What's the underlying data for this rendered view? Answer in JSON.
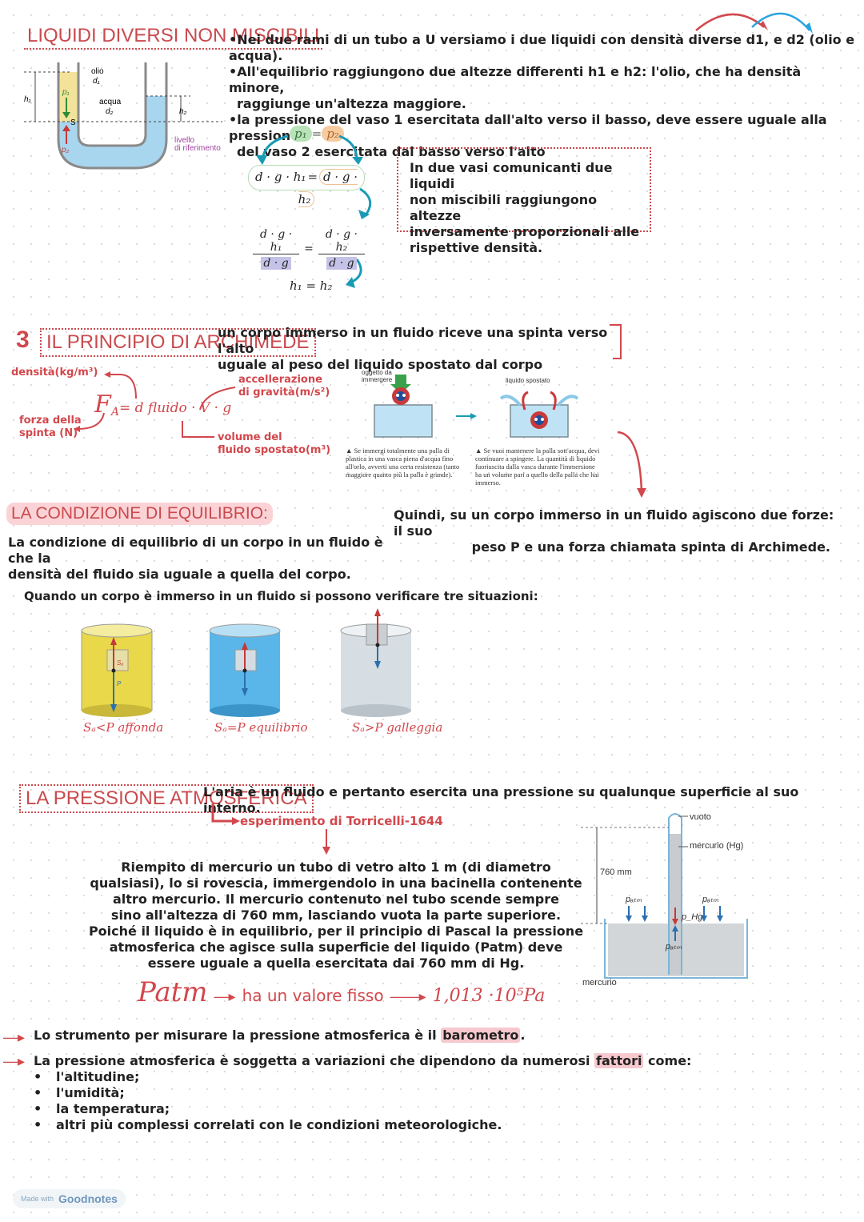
{
  "section1": {
    "title": "LIQUIDI DIVERSI NON MISCIBILI",
    "bullets": [
      "•Nei due rami di un tubo a U versiamo i due liquidi con densità diverse d1, e d2 (olio e acqua).",
      "•All'equilibrio raggiungono due altezze differenti h1 e h2: l'olio, che ha densità minore,",
      "raggiunge un'altezza maggiore.",
      "•la pressione del vaso 1 esercitata dall'alto verso il basso, deve essere uguale alla pressione",
      "del vaso 2 esercitata dal basso verso l'alto"
    ],
    "diagram": {
      "oil_label": "olio",
      "oil_density": "d₁",
      "water_label": "acqua",
      "water_density": "d₂",
      "h1": "h₁",
      "h2": "h₂",
      "p1": "p₁",
      "p2": "p₂",
      "s": "S",
      "ref_label_1": "livello",
      "ref_label_2": "di riferimento"
    },
    "formula": {
      "p1": "p₁",
      "equals": "=",
      "p2": "p₂",
      "eq_left": "d · g · h₁",
      "eq_right": "d · g · h₂",
      "frac_left_num": "d · g · h₁",
      "frac_left_den": "d · g",
      "frac_right_num": "d · g · h₂",
      "frac_right_den": "d · g",
      "result": "h₁ = h₂"
    },
    "box_text": [
      "In due vasi comunicanti due liquidi",
      "non miscibili raggiungono altezze",
      "inversamente proporzionali alle",
      "rispettive densità."
    ]
  },
  "section2": {
    "number": "3",
    "title": "IL PRINCIPIO DI ARCHIMEDE",
    "definition": [
      "un corpo immerso in un fluido riceve una spinta verso l'alto",
      "uguale al peso del liquido spostato dal corpo"
    ],
    "formula": {
      "text": "F",
      "subscript": "A",
      "rest": "= d fluido · V · g",
      "density_label": "densità(kg/m³)",
      "force_label_1": "forza della",
      "force_label_2": "spinta (N)",
      "accel_label_1": "accellerazione",
      "accel_label_2": "di gravità(m/s²)",
      "volume_label_1": "volume del",
      "volume_label_2": "fluido spostato(m³)"
    },
    "figure": {
      "object_label_1": "oggetto da",
      "object_label_2": "immergere",
      "displaced_label": "liquido spostato",
      "caption_left": "▲ Se immergi totalmente una palla di plastica in una vasca piena d'acqua fino all'orlo, avverti una certa resistenza (tanto maggiore quanto più la palla è grande).",
      "caption_right": "▲ Se vuoi mantenere la palla sott'acqua, devi continuare a spingere. La quantità di liquido fuoriuscita dalla vasca durante l'immersione ha un volume pari a quello della palla che hai immerso."
    },
    "conclusion": [
      "Quindi, su un corpo immerso in un fluido agiscono due forze: il suo",
      "peso P e una forza chiamata spinta di Archimede."
    ]
  },
  "section3": {
    "title": "LA CONDIZIONE DI EQUILIBRIO:",
    "text": [
      "La condizione di equilibrio di un corpo in un fluido è che la",
      "densità del fluido sia uguale a quella del corpo."
    ],
    "intro": "Quando un corpo è immerso in un fluido si possono verificare tre situazioni:",
    "cases": [
      {
        "caption": "Sₐ<P  affonda",
        "color": "#e8d84a"
      },
      {
        "caption": "Sₐ=P  equilibrio",
        "color": "#5ab6e8"
      },
      {
        "caption": "Sₐ>P  galleggia",
        "color": "#d6dee3"
      }
    ],
    "vec_s": "Sₐ",
    "vec_p": "P"
  },
  "section4": {
    "title": "LA PRESSIONE ATMOSFERICA",
    "definition": "L'aria è un fluido e pertanto esercita una pressione su qualunque superficie al suo interno.",
    "experiment": "esperimento di Torricelli-1644",
    "paragraph": [
      "Riempito di mercurio un tubo di vetro alto 1 m (di diametro",
      "qualsiasi), lo si rovescia, immergendolo in una bacinella contenente",
      "altro mercurio. Il mercurio contenuto nel tubo scende sempre",
      "sino all'altezza di 760 mm, lasciando vuota la parte superiore.",
      "Poiché il liquido è in equilibrio, per il principio di Pascal la pressione",
      "atmosferica che agisce sulla superficie del liquido (Patm) deve",
      "essere uguale a quella esercitata dai 760 mm di Hg."
    ],
    "patm_word": "Patm",
    "patm_text": "ha un valore fisso",
    "patm_value": "1,013 ·10⁵Pa",
    "diagram": {
      "vuoto": "vuoto",
      "mercurio_hg": "mercurio (Hg)",
      "mm760": "760 mm",
      "patm": "pₐₜₘ",
      "phg": "p_Hg",
      "mercurio": "mercurio"
    },
    "barometer_line": {
      "before": "Lo strumento per misurare la pressione atmosferica è il ",
      "highlight": "barometro",
      "after": "."
    },
    "variation_line": {
      "before": "La pressione atmosferica è soggetta a variazioni che dipendono da numerosi ",
      "highlight": "fattori",
      "after": " come:"
    },
    "factors": [
      "l'altitudine;",
      "l'umidità;",
      "la temperatura;",
      "altri più complessi correlati con le condizioni meteorologiche."
    ]
  },
  "footer": {
    "made_with": "Made with",
    "brand": "Goodnotes"
  },
  "colors": {
    "accent_red": "#d2474c",
    "water_blue": "#a9d6ef",
    "oil_yellow": "#f3e39a",
    "arrow_teal": "#1a9bb5"
  }
}
